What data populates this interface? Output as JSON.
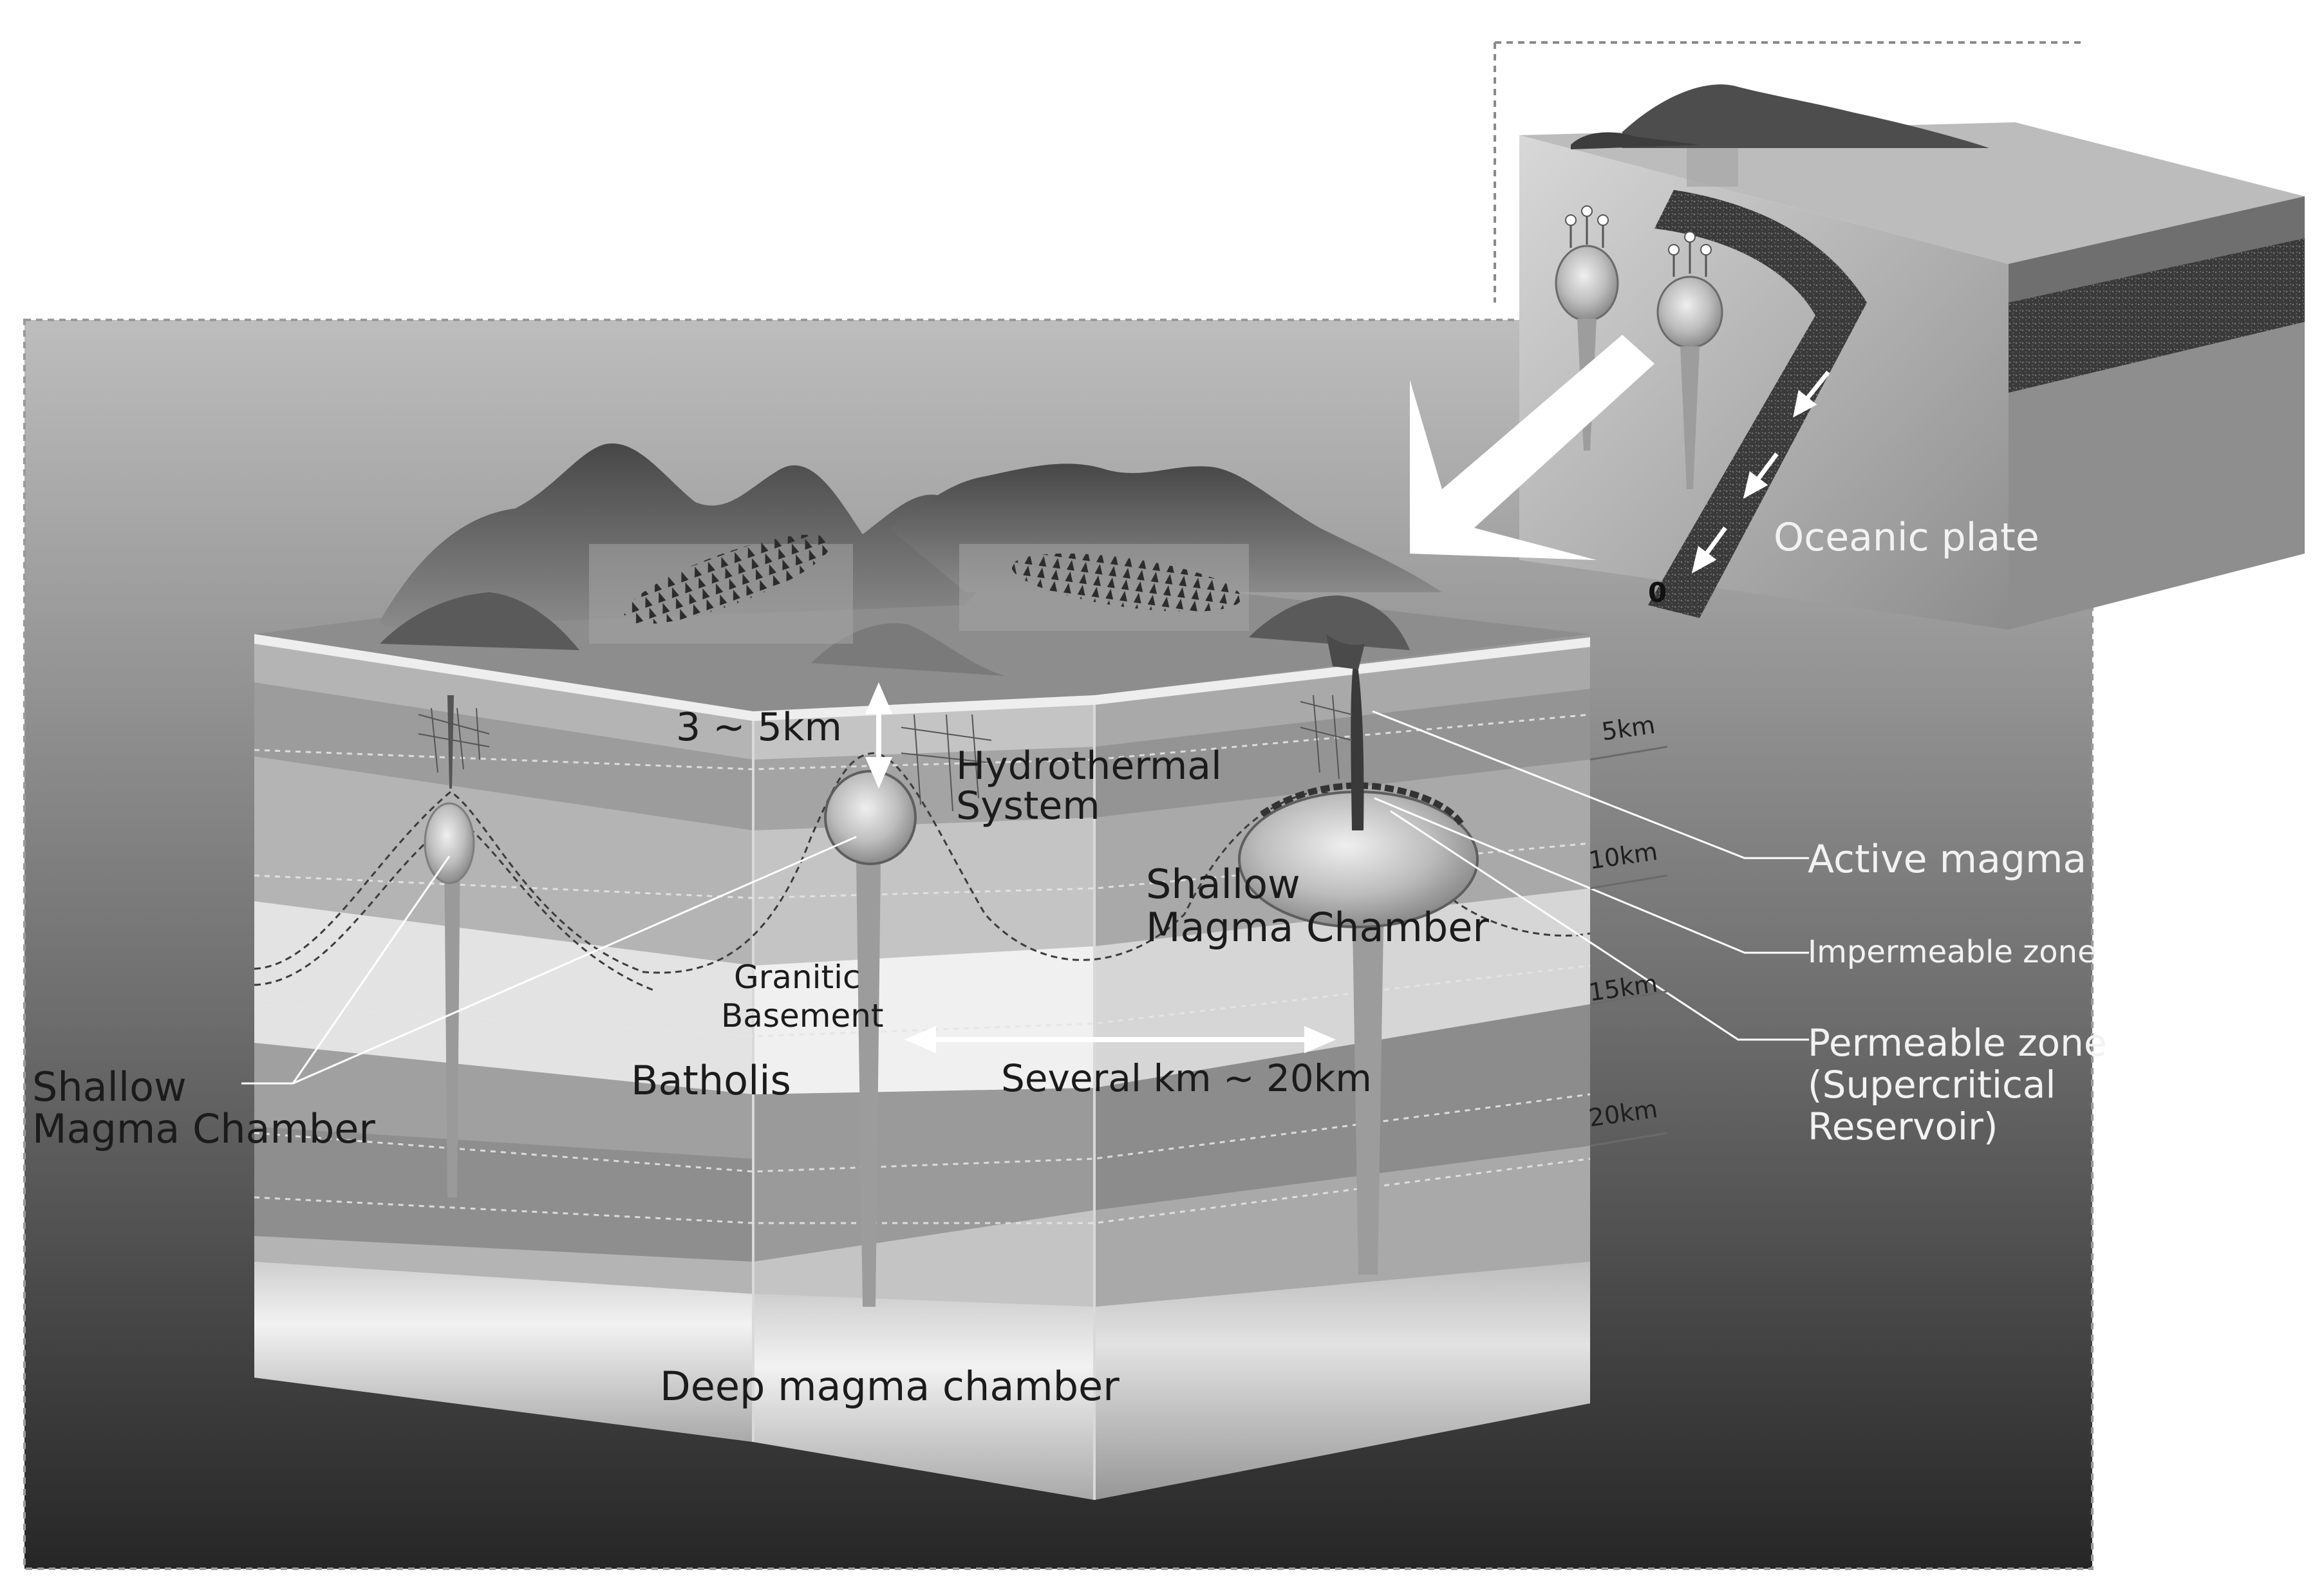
{
  "labels": {
    "depth_zero": "0",
    "depth_5": "5km",
    "depth_10": "10km",
    "depth_15": "15km",
    "depth_20": "20km",
    "cap_thickness": "3 ~ 5km",
    "hydrothermal_1": "Hydrothermal",
    "hydrothermal_2": "System",
    "shallow_right_1": "Shallow",
    "shallow_right_2": "Magma Chamber",
    "shallow_left_1": "Shallow",
    "shallow_left_2": "Magma Chamber",
    "granitic_1": "Granitic",
    "granitic_2": "Basement",
    "batholis": "Batholis",
    "spacing": "Several km ~ 20km",
    "deep_chamber": "Deep magma chamber",
    "active_magma": "Active magma",
    "impermeable": "Impermeable zone",
    "permeable_1": "Permeable zone",
    "permeable_2": "(Supercritical",
    "permeable_3": "Reservoir)",
    "oceanic_plate": "Oceanic plate"
  },
  "colors": {
    "panel_top": "#b9b9b9",
    "panel_bottom": "#2a2a2a",
    "callout_arrow": "#ffffff",
    "leader_line": "#ffffff"
  }
}
